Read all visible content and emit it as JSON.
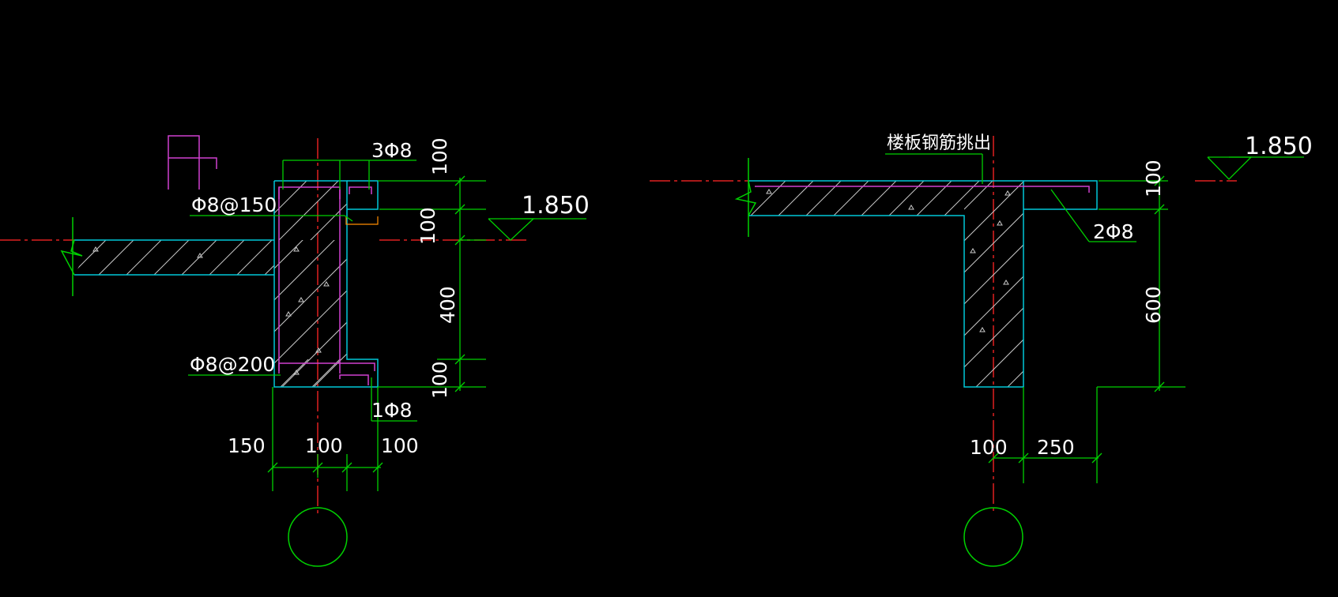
{
  "colors": {
    "background": "#000000",
    "concrete_outline": "#00c8d7",
    "rebar": "#d040d0",
    "dimension": "#00d000",
    "axis": "#e02020",
    "hatch": "#c8c8c8",
    "text": "#ffffff",
    "detail_mark": "#ff8c00"
  },
  "left_section": {
    "top_bar_label": "3Φ8",
    "stirrup_upper_label": "Φ8@150",
    "stirrup_lower_label": "Φ8@200",
    "bottom_bar_label": "1Φ8",
    "elevation": "1.850",
    "vertical_dims": [
      "100",
      "100",
      "400",
      "100"
    ],
    "horizontal_dims": [
      "150",
      "100",
      "100"
    ]
  },
  "right_section": {
    "note": "楼板钢筋挑出",
    "bar_label": "2Φ8",
    "elevation": "1.850",
    "vertical_dims": [
      "100",
      "600"
    ],
    "horizontal_dims": [
      "100",
      "250"
    ]
  }
}
